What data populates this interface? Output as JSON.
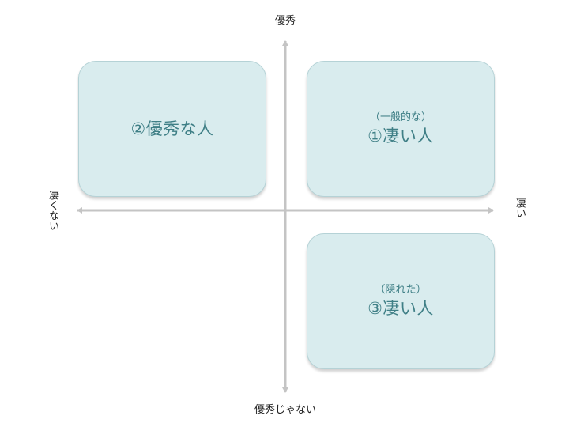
{
  "axes": {
    "top_label": "優秀",
    "bottom_label": "優秀じゃない",
    "left_label": "凄くない",
    "right_label": "凄い",
    "color": "#c4c4c4"
  },
  "quadrants": [
    {
      "caption": "",
      "title": "②優秀な人"
    },
    {
      "caption": "（一般的な）",
      "title": "①凄い人"
    },
    {
      "caption": "（隠れた）",
      "title": "③凄い人"
    }
  ],
  "colors": {
    "box_fill": "#d9ecee",
    "box_border": "#b5d2d6",
    "box_text": "#3f7f86"
  }
}
